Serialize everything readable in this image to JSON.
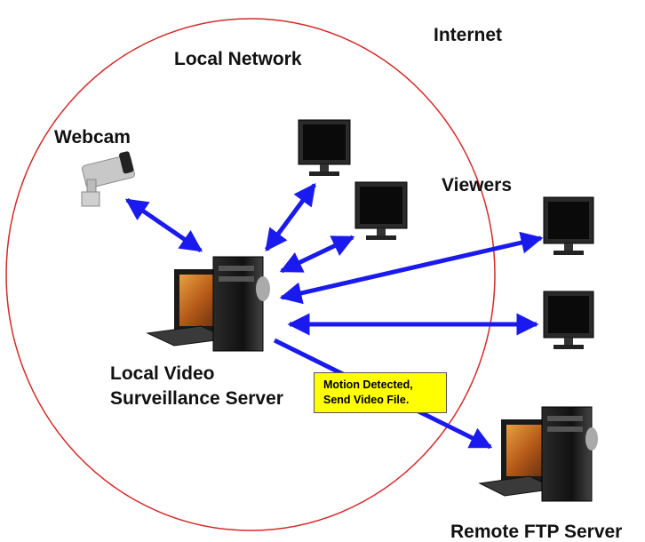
{
  "labels": {
    "internet": "Internet",
    "local_network": "Local Network",
    "webcam": "Webcam",
    "viewers": "Viewers",
    "server_line1": "Local Video",
    "server_line2": "Surveillance Server",
    "remote": "Remote FTP Server"
  },
  "note": {
    "line1": "Motion Detected,",
    "line2": "Send Video File."
  },
  "colors": {
    "circle": "#d42a2a",
    "arrow": "#1a1aee",
    "note_bg": "#ffff00"
  },
  "icons": [
    "webcam-icon",
    "monitor-icon",
    "computer-icon",
    "server-icon"
  ]
}
